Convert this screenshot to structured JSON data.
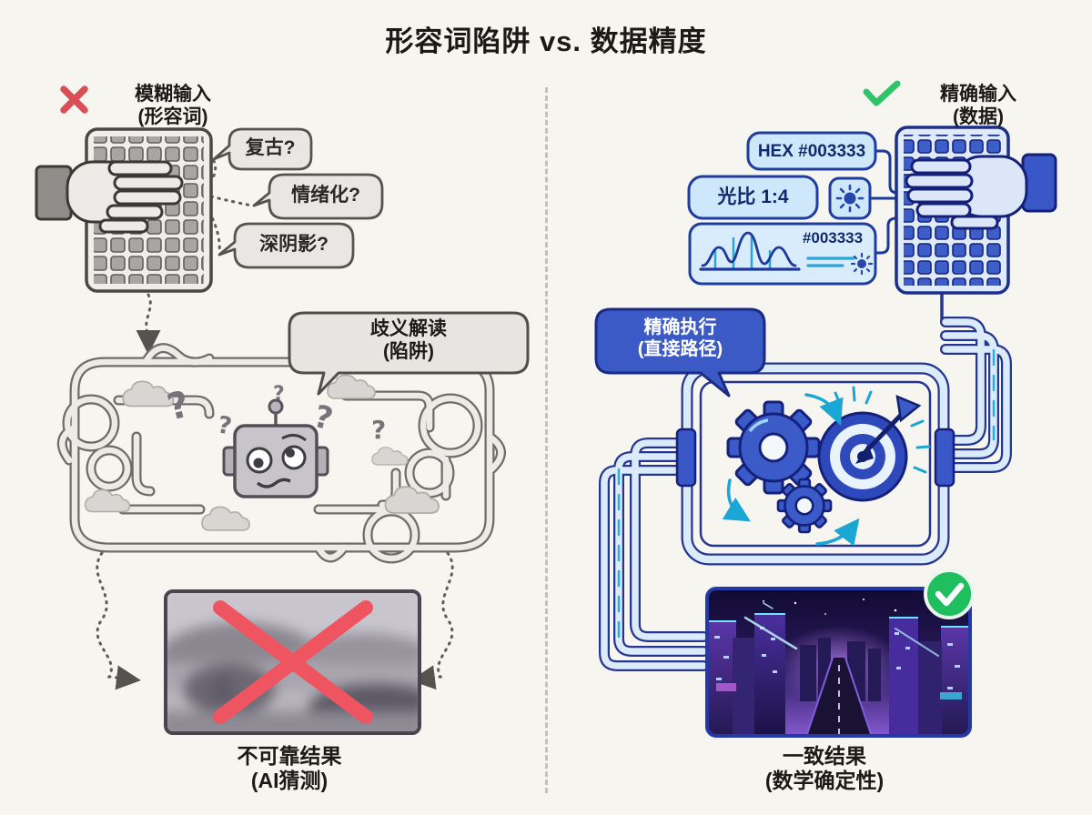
{
  "title": "形容词陷阱 vs. 数据精度",
  "left": {
    "header_line1": "模糊输入",
    "header_line2": "(形容词)",
    "bubbles": [
      "复古?",
      "情绪化?",
      "深阴影?"
    ],
    "maze_bubble_line1": "歧义解读",
    "maze_bubble_line2": "(陷阱)",
    "caption_line1": "不可靠结果",
    "caption_line2": "(AI猜测)"
  },
  "right": {
    "header_line1": "精确输入",
    "header_line2": "(数据)",
    "pill_hex": "HEX #003333",
    "pill_ratio": "光比 1:4",
    "chart_hex": "#003333",
    "exec_line1": "精确执行",
    "exec_line2": "(直接路径)",
    "caption_line1": "一致结果",
    "caption_line2": "(数学确定性)"
  },
  "colors": {
    "background": "#f7f5ef",
    "navy": "#1c2f8a",
    "accent_blue": "#3c5cc6",
    "light_blue_fill": "#cfe7fa",
    "cyan": "#1ba7d6",
    "red": "#e2505b",
    "green": "#1fbe5f",
    "gray_outline": "#5e5c58"
  }
}
